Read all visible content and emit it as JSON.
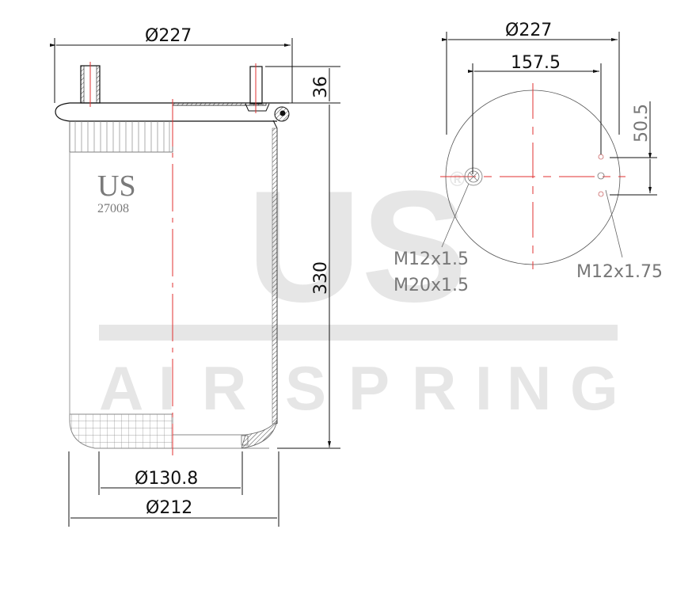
{
  "watermark": {
    "logo": "US",
    "registered": "®",
    "subtitle": "AIR SPRING",
    "subtitle_letters": [
      "A",
      "I",
      "R",
      "S",
      "P",
      "R",
      "I",
      "N",
      "G"
    ]
  },
  "side_view": {
    "brand": "US",
    "part_number": "27008",
    "dimensions": {
      "top_diameter": "Ø227",
      "stud_height": "36",
      "overall_height": "330",
      "piston_inner_diameter": "Ø130.8",
      "piston_outer_diameter": "Ø212"
    }
  },
  "top_view": {
    "dimensions": {
      "plate_diameter": "Ø227",
      "stud_spacing": "157.5",
      "bolt_spacing": "50.5"
    },
    "callouts": {
      "left_port_line1": "M12x1.5",
      "left_port_line2": "M20x1.5",
      "right_stud": "M12x1.75"
    }
  },
  "colors": {
    "centerline": "#e03030",
    "outline": "#111111",
    "hidden": "#888888",
    "watermark": "#e6e6e6"
  }
}
